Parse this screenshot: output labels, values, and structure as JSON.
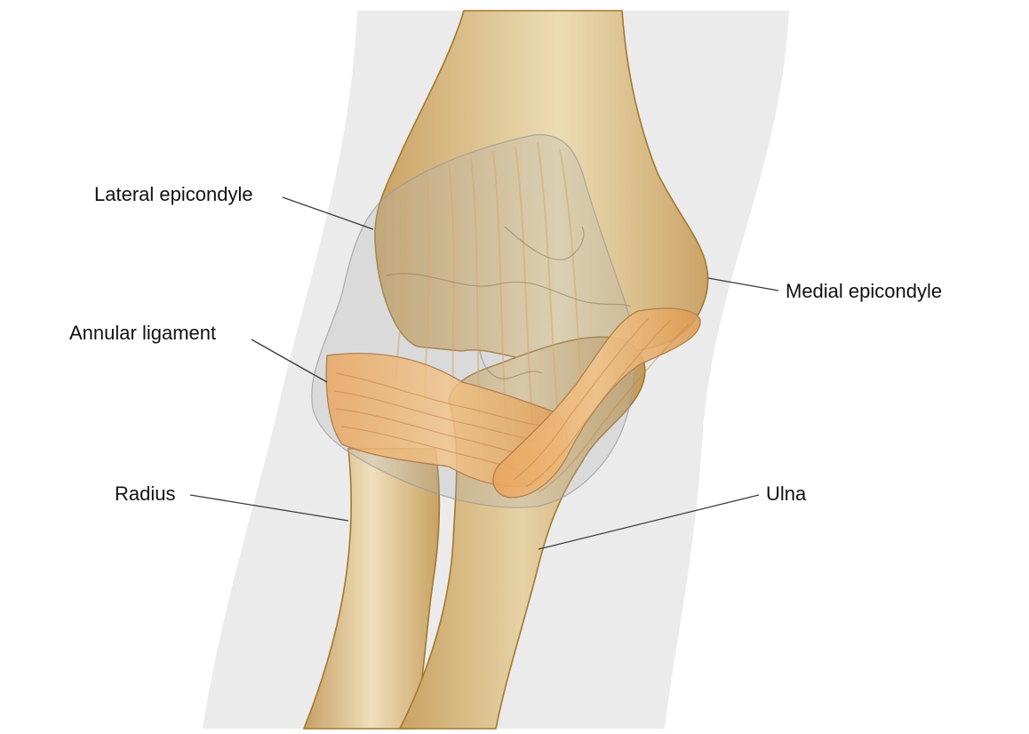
{
  "labels": {
    "lateral_epicondyle": "Lateral epicondyle",
    "medial_epicondyle": "Medial epicondyle",
    "annular_ligament": "Annular ligament",
    "radius": "Radius",
    "ulna": "Ulna"
  },
  "colors": {
    "skin_band": "#ebebeb",
    "bone_light": "#eddcb6",
    "bone_mid": "#d7b883",
    "bone_dark": "#b99257",
    "bone_outline": "#a3782f",
    "ligament": "#e8a860",
    "capsule": "#b7b7b7",
    "leader_line": "#3a3a3a"
  }
}
